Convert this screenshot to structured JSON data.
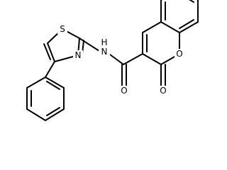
{
  "molecule": {
    "atoms": {
      "S": "S",
      "N_amide": "N",
      "H_amide": "H",
      "N_thiazole": "N",
      "O_carbonyl": "O",
      "O_ring": "O",
      "O_lactone": "O"
    },
    "colors": {
      "bond": "#000000",
      "label": "#000000",
      "background": "#ffffff"
    }
  }
}
